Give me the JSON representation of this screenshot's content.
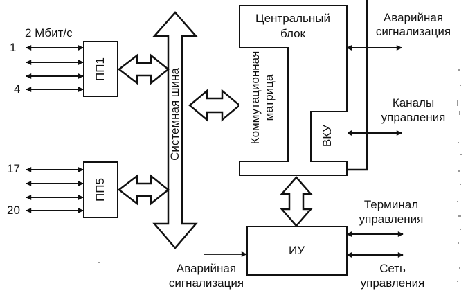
{
  "diagram": {
    "type": "block-diagram",
    "language": "ru",
    "port_groups": [
      {
        "id": "pp1",
        "label": "ПП1",
        "rate_label": "2 Мбит/с",
        "first_port": "1",
        "last_port": "4",
        "line_count": 4
      },
      {
        "id": "pp5",
        "label": "ПП5",
        "first_port": "17",
        "last_port": "20",
        "line_count": 4
      }
    ],
    "system_bus": {
      "label": "Системная шина"
    },
    "central_block": {
      "title_line1": "Центральный",
      "title_line2": "блок",
      "switch_matrix": {
        "line1": "Коммутационная",
        "line2": "матрица"
      },
      "vku": {
        "label": "ВКУ"
      }
    },
    "right_signals": {
      "alarm": {
        "line1": "Аварийная",
        "line2": "сигнализация"
      },
      "control_channels": {
        "line1": "Каналы",
        "line2": "управления"
      }
    },
    "control_unit": {
      "label": "ИУ",
      "alarm_input": {
        "line1": "Аварийная",
        "line2": "сигнализация"
      },
      "terminal": {
        "line1": "Терминал",
        "line2": "управления"
      },
      "network": {
        "line1": "Сеть",
        "line2": "управления"
      }
    },
    "connections": [
      {
        "from": "pp1",
        "to": "system_bus",
        "kind": "bidirectional-bus"
      },
      {
        "from": "pp5",
        "to": "system_bus",
        "kind": "bidirectional-bus"
      },
      {
        "from": "system_bus",
        "to": "switch_matrix",
        "kind": "bidirectional-bus"
      },
      {
        "from": "central_block",
        "to": "control_unit",
        "kind": "bidirectional-bus"
      },
      {
        "from": "central_block",
        "to": "alarm",
        "kind": "bidirectional-line"
      },
      {
        "from": "vku",
        "to": "control_channels",
        "kind": "bidirectional-line"
      },
      {
        "from": "alarm_input",
        "to": "control_unit",
        "kind": "input-line"
      },
      {
        "from": "control_unit",
        "to": "terminal",
        "kind": "bidirectional-line"
      },
      {
        "from": "control_unit",
        "to": "network",
        "kind": "bidirectional-line"
      }
    ]
  }
}
